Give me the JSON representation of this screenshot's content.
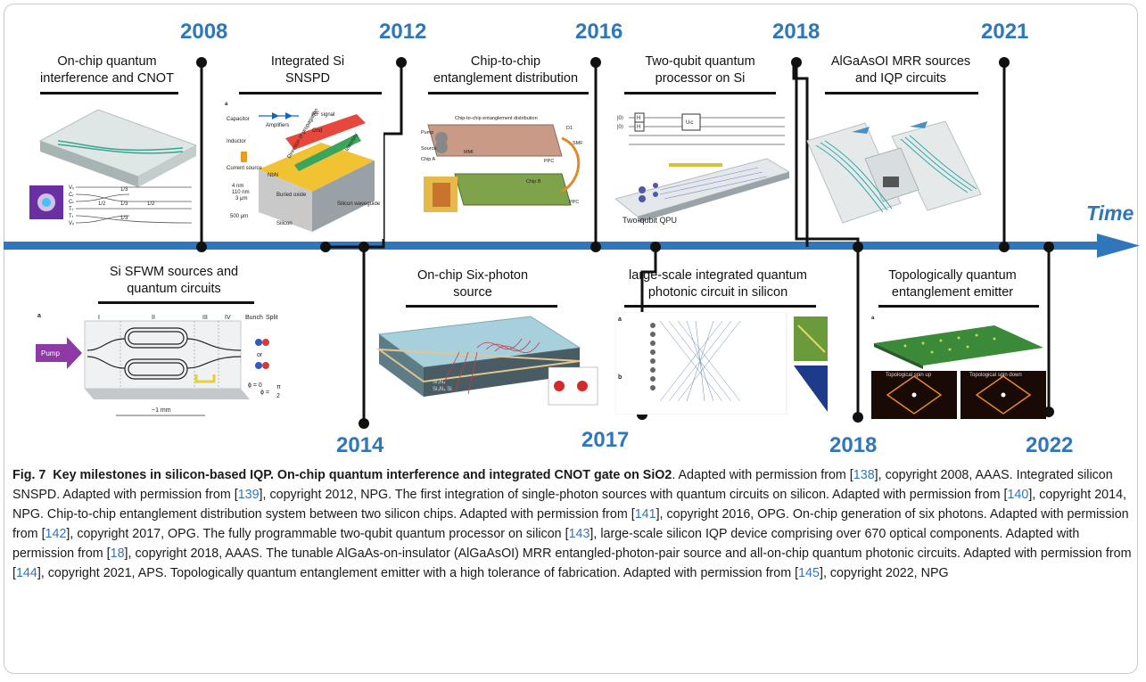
{
  "years_top": [
    "2008",
    "2012",
    "2016",
    "2018",
    "2021"
  ],
  "years_bottom": [
    "2014",
    "2017",
    "2018",
    "2022"
  ],
  "time_label": "Time",
  "milestones": {
    "m2008": {
      "title": "On-chip quantum\ninterference and CNOT"
    },
    "m2012": {
      "title": "Integrated Si\nSNSPD"
    },
    "m2016": {
      "title": "Chip-to-chip\nentanglement distribution"
    },
    "m2017b": {
      "title": "Two-qubit quantum\nprocessor on Si"
    },
    "m2021": {
      "title": "AlGaAsOI MRR sources\nand IQP circuits"
    },
    "m2014": {
      "title": "Si SFWM sources and\nquantum circuits"
    },
    "m2017": {
      "title": "On-chip Six-photon\nsource"
    },
    "m2018": {
      "title": "large-scale integrated quantum\nphotonic circuit in silicon"
    },
    "m2022": {
      "title": "Topologically quantum\nentanglement emitter"
    }
  },
  "panels": {
    "p2008": {
      "labels": [
        "Vₓ",
        "Cᵣ",
        "Cₜ",
        "Tᵣ",
        "Tₜ",
        "Vᵥ",
        "1/3",
        "1/2",
        "1/3",
        "1/2",
        "1/3"
      ]
    },
    "p2012": {
      "labels": [
        "a",
        "Capacitor",
        "Amplifiers",
        "RF signal",
        "Inductor",
        "Gnd",
        "Current source",
        "NbN",
        "4 nm",
        "110 nm",
        "3 μm",
        "Buried oxide",
        "500 μm",
        "Silicon",
        "Silicon waveguide",
        "Direction of propagation",
        "Intensity"
      ]
    },
    "p2016": {
      "labels": [
        "Chip-to-chip entanglement distribution",
        "Pump",
        "Source",
        "Chip A",
        "MMI",
        "PPC",
        "SMF",
        "Chip B",
        "D1",
        "PPC"
      ]
    },
    "p2017b": {
      "labels": [
        "|0⟩",
        "|0⟩",
        "H",
        "H",
        "Uₗc",
        "Two-qubit QPU"
      ]
    },
    "p2014": {
      "labels": [
        "a",
        "I",
        "II",
        "III",
        "IV",
        "Pump",
        "Bunch",
        "Split",
        "or",
        "ϕ = 0",
        "ϕ =",
        "π",
        "2",
        "~1 mm"
      ]
    },
    "p2017": {
      "labels": [
        "Si₃N₄",
        "Si₃N₄ Si"
      ]
    },
    "p2018": {
      "labels": [
        "a",
        "b"
      ]
    },
    "p2022": {
      "labels": [
        "a",
        "Topological spin up",
        "Topological spin down"
      ]
    }
  },
  "caption": {
    "fig_label": "Fig. 7",
    "bold_text": "Key milestones in silicon-based IQP. On-chip quantum interference and integrated CNOT gate on SiO2",
    "segments": [
      {
        "t": ". Adapted with permission from [",
        "ref": "138",
        "after": "], copyright 2008, AAAS. Integrated silicon SNSPD. Adapted with permission from ["
      },
      {
        "t": "",
        "ref": "139",
        "after": "], copyright 2012, NPG. The first integration of single-photon sources with quantum circuits on silicon. Adapted with permission from ["
      },
      {
        "t": "",
        "ref": "140",
        "after": "], copyright 2014, NPG. Chip-to-chip entanglement distribution system between two silicon chips. Adapted with permission from ["
      },
      {
        "t": "",
        "ref": "141",
        "after": "], copyright 2016, OPG. On-chip generation of six photons. Adapted with permission from ["
      },
      {
        "t": "",
        "ref": "142",
        "after": "], copyright 2017, OPG. The fully programmable two-qubit quantum processor on silicon ["
      },
      {
        "t": "",
        "ref": "143",
        "after": "], large-scale silicon IQP device comprising over 670 optical components. Adapted with permission from ["
      },
      {
        "t": "",
        "ref": "18",
        "after": "], copyright 2018, AAAS. The tunable AlGaAs-on-insulator (AlGaAsOI) MRR entangled-photon-pair source and all-on-chip quantum photonic circuits. Adapted with permission from ["
      },
      {
        "t": "",
        "ref": "144",
        "after": "], copyright 2021, APS. Topologically quantum entanglement emitter with a high tolerance of fabrication. Adapted with permission from ["
      },
      {
        "t": "",
        "ref": "145",
        "after": "], copyright 2022, NPG"
      }
    ]
  }
}
